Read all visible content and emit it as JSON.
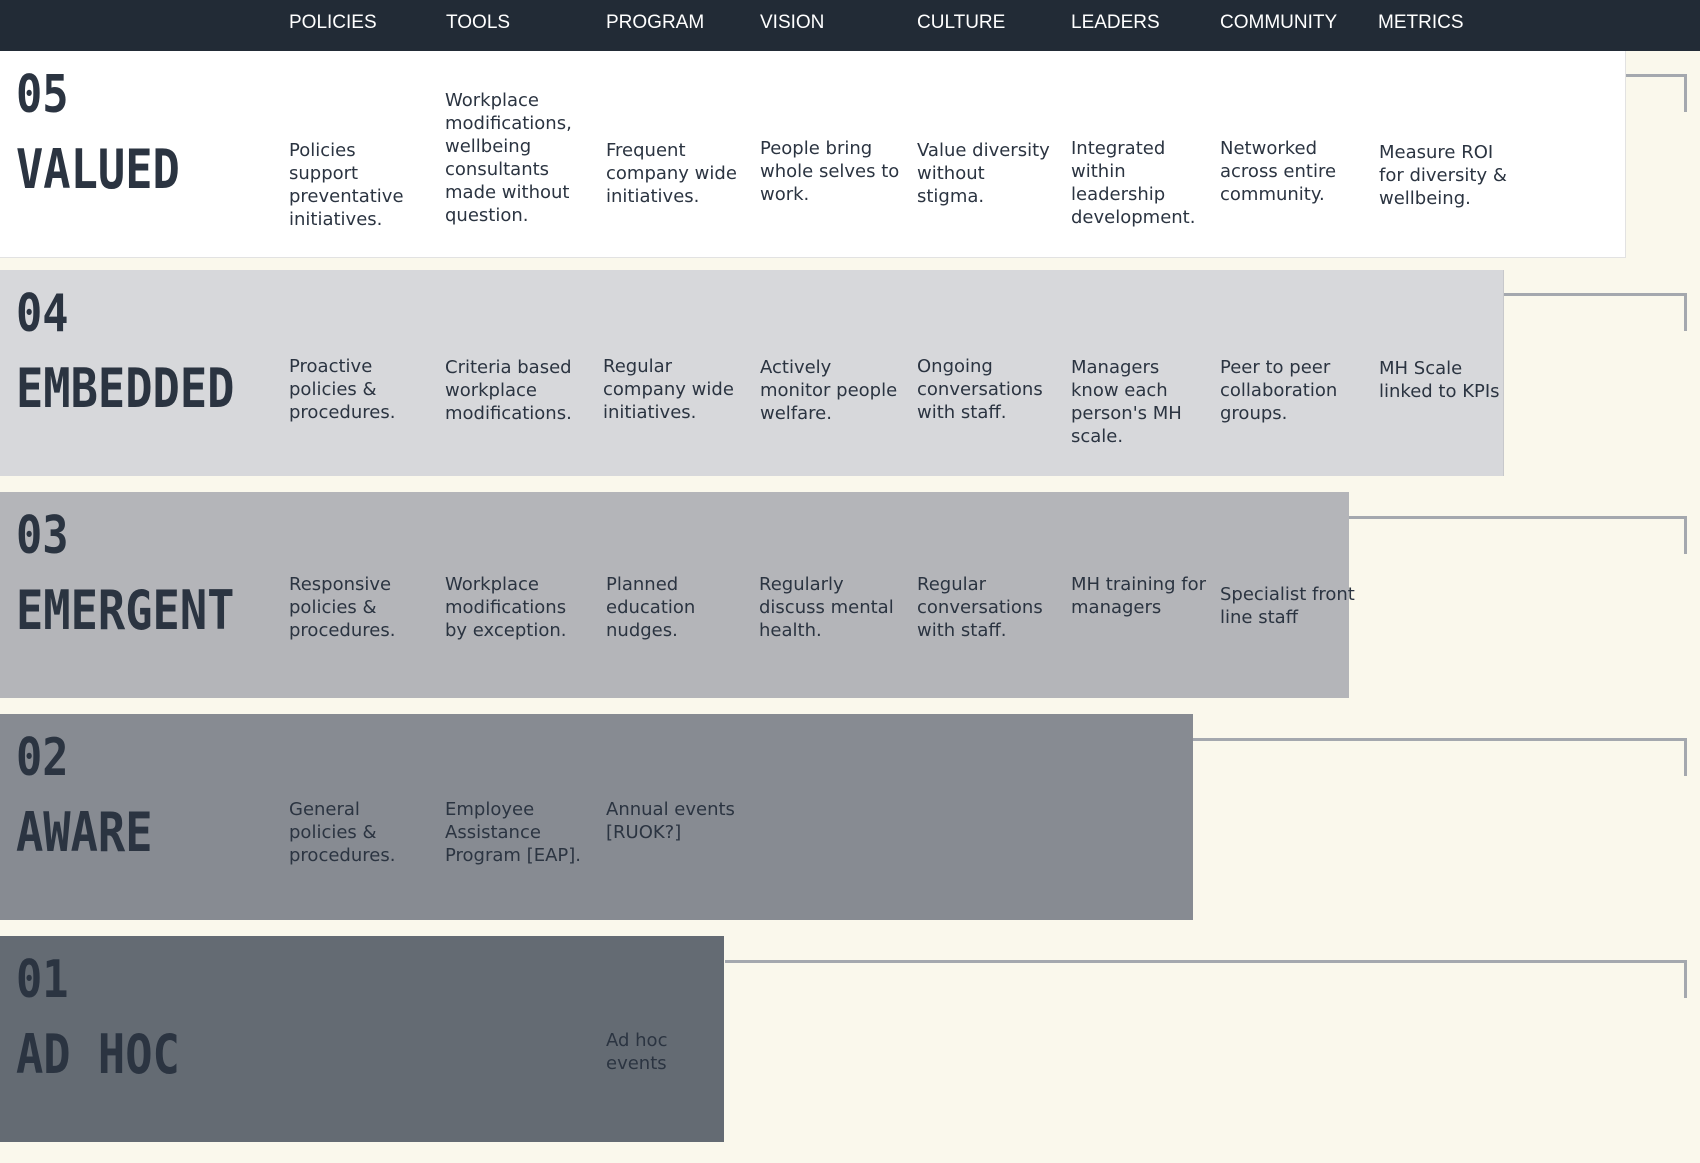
{
  "nav": {
    "items": [
      "POLICIES",
      "TOOLS",
      "PROGRAM",
      "VISION",
      "CULTURE",
      "LEADERS",
      "COMMUNITY",
      "METRICS"
    ]
  },
  "levels": {
    "l5": {
      "number": "05",
      "name": "VALUED",
      "color": "#ffffff",
      "cells": [
        "Policies support preventative initiatives.",
        "Workplace modifications, wellbeing consultants made without question.",
        "Frequent company wide initiatives.",
        "People bring whole selves to work.",
        "Value diversity without stigma.",
        "Integrated within leadership development.",
        "Networked across entire community.",
        "Measure ROI for diversity & wellbeing."
      ]
    },
    "l4": {
      "number": "04",
      "name": "EMBEDDED",
      "color": "#d7d8db",
      "cells": [
        "Proactive policies & procedures.",
        "Criteria based workplace modifications.",
        "Regular company wide initiatives.",
        "Actively monitor people welfare.",
        "Ongoing conversations with staff.",
        "Managers know each person's MH scale.",
        "Peer to peer collaboration groups.",
        "MH Scale linked to KPIs"
      ]
    },
    "l3": {
      "number": "03",
      "name": "EMERGENT",
      "color": "#b4b5b9",
      "cells": [
        "Responsive policies & procedures.",
        "Workplace modifications by exception.",
        "Planned education nudges.",
        "Regularly discuss mental health.",
        "Regular conversations with staff.",
        "MH training for managers",
        "Specialist front line staff"
      ]
    },
    "l2": {
      "number": "02",
      "name": "AWARE",
      "color": "#878b92",
      "cells": [
        "General policies & procedures.",
        "Employee Assistance Program [EAP].",
        "Annual events [RUOK?]"
      ]
    },
    "l1": {
      "number": "01",
      "name": "AD HOC",
      "color": "#646b73",
      "cells": [
        "Ad hoc events"
      ]
    }
  }
}
